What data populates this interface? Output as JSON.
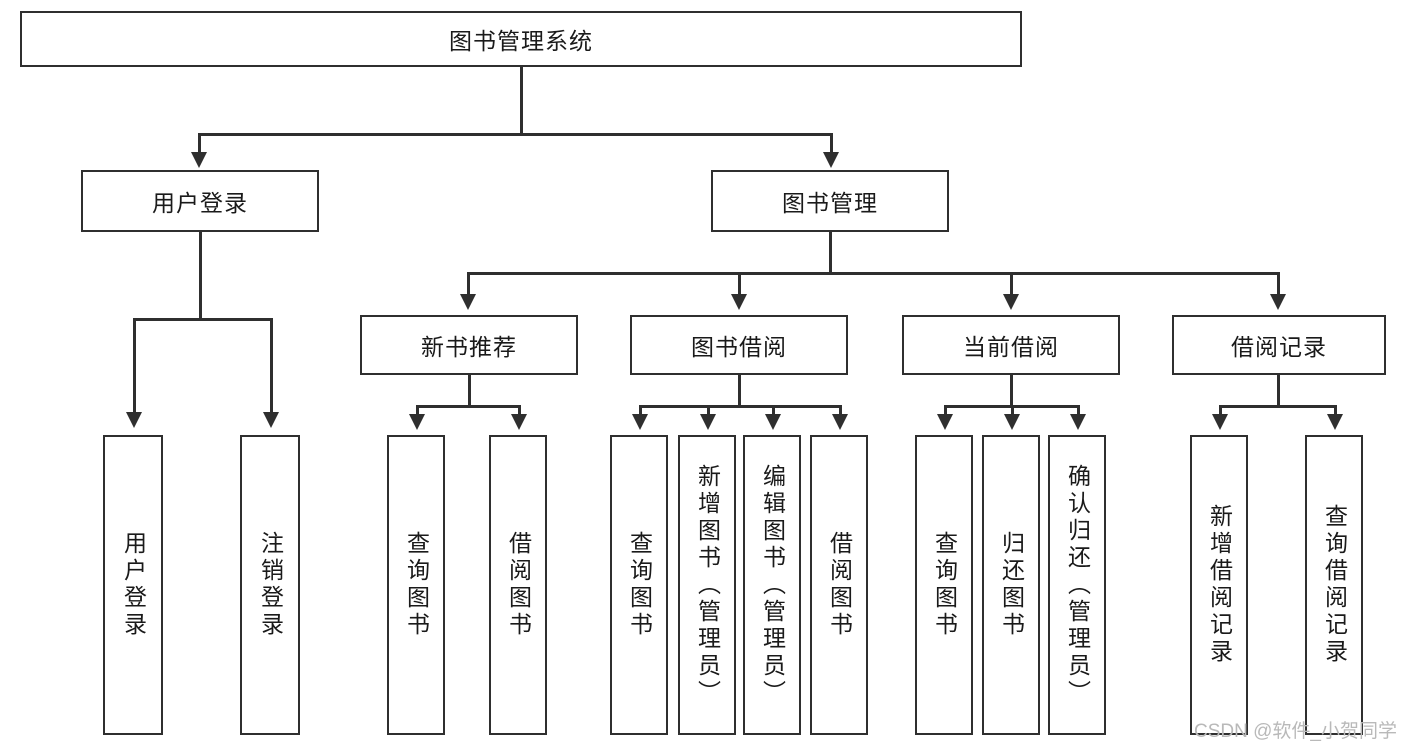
{
  "diagram": {
    "title": "图书管理系统",
    "watermark": "CSDN @软件_小贺同学",
    "root": {
      "label": "图书管理系统"
    },
    "level2": [
      {
        "label": "用户登录"
      },
      {
        "label": "图书管理"
      }
    ],
    "level3": [
      {
        "label": "新书推荐"
      },
      {
        "label": "图书借阅"
      },
      {
        "label": "当前借阅"
      },
      {
        "label": "借阅记录"
      }
    ],
    "leaves_user_login": [
      {
        "label": "用户登录"
      },
      {
        "label": "注销登录"
      }
    ],
    "leaves_new_book": [
      {
        "label": "查询图书"
      },
      {
        "label": "借阅图书"
      }
    ],
    "leaves_borrow": [
      {
        "label": "查询图书"
      },
      {
        "label": "新增图书（管理员）"
      },
      {
        "label": "编辑图书（管理员）"
      },
      {
        "label": "借阅图书"
      }
    ],
    "leaves_current": [
      {
        "label": "查询图书"
      },
      {
        "label": "归还图书"
      },
      {
        "label": "确认归还（管理员）"
      }
    ],
    "leaves_record": [
      {
        "label": "新增借阅记录"
      },
      {
        "label": "查询借阅记录"
      }
    ],
    "colors": {
      "stroke": "#2f2f2f",
      "fill": "#ffffff",
      "text": "#1a1a1a",
      "watermark": "#b9b9b9"
    }
  }
}
